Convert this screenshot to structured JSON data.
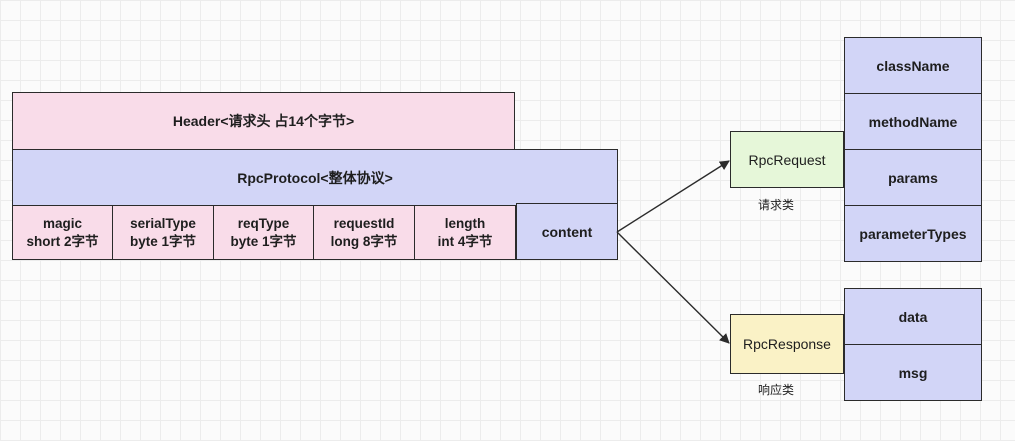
{
  "protocol": {
    "header": "Header<请求头 占14个字节>",
    "rpc_protocol": "RpcProtocol<整体协议>",
    "fields": [
      {
        "name": "magic",
        "detail": "short 2字节"
      },
      {
        "name": "serialType",
        "detail": "byte 1字节"
      },
      {
        "name": "reqType",
        "detail": "byte 1字节"
      },
      {
        "name": "requestId",
        "detail": "long 8字节"
      },
      {
        "name": "length",
        "detail": "int 4字节"
      }
    ],
    "content": "content"
  },
  "request": {
    "label": "RpcRequest",
    "caption": "请求类",
    "fields": [
      "className",
      "methodName",
      "params",
      "parameterTypes"
    ]
  },
  "response": {
    "label": "RpcResponse",
    "caption": "响应类",
    "fields": [
      "data",
      "msg"
    ]
  }
}
